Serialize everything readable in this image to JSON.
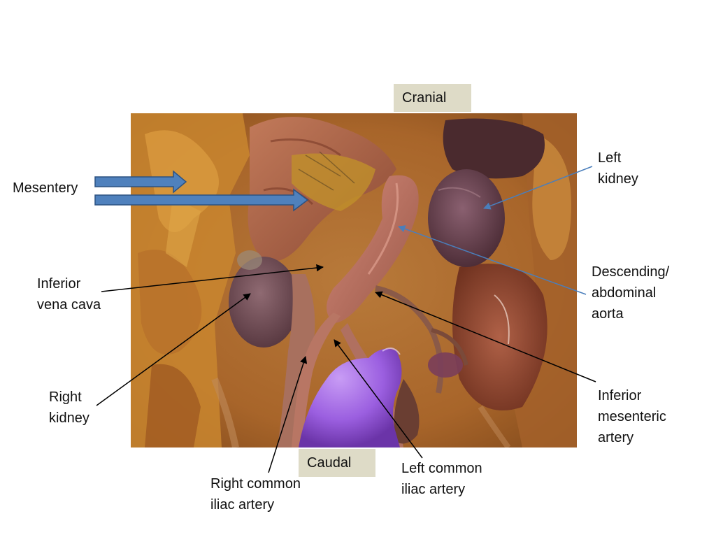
{
  "orientation": {
    "cranial": "Cranial",
    "caudal": "Caudal"
  },
  "labels": {
    "mesentery": [
      "Mesentery"
    ],
    "left_kidney": [
      "Left",
      "kidney"
    ],
    "inferior_vena_cava": [
      "Inferior",
      "vena cava"
    ],
    "descending_aorta": [
      "Descending/",
      "abdominal",
      "aorta"
    ],
    "right_kidney": [
      "Right",
      "kidney"
    ],
    "inferior_mesenteric_artery": [
      "Inferior",
      "mesenteric",
      "artery"
    ],
    "right_common_iliac": [
      "Right common",
      "iliac artery"
    ],
    "left_common_iliac": [
      "Left common",
      "iliac artery"
    ]
  },
  "colors": {
    "pointer_blue": "#4a7ebb",
    "pointer_black": "#000000",
    "arrow_fill": "#4f81bd",
    "arrow_stroke": "#2c5282",
    "tag_background": "#dedbc7",
    "glove_purple": "#9b5fe0"
  }
}
